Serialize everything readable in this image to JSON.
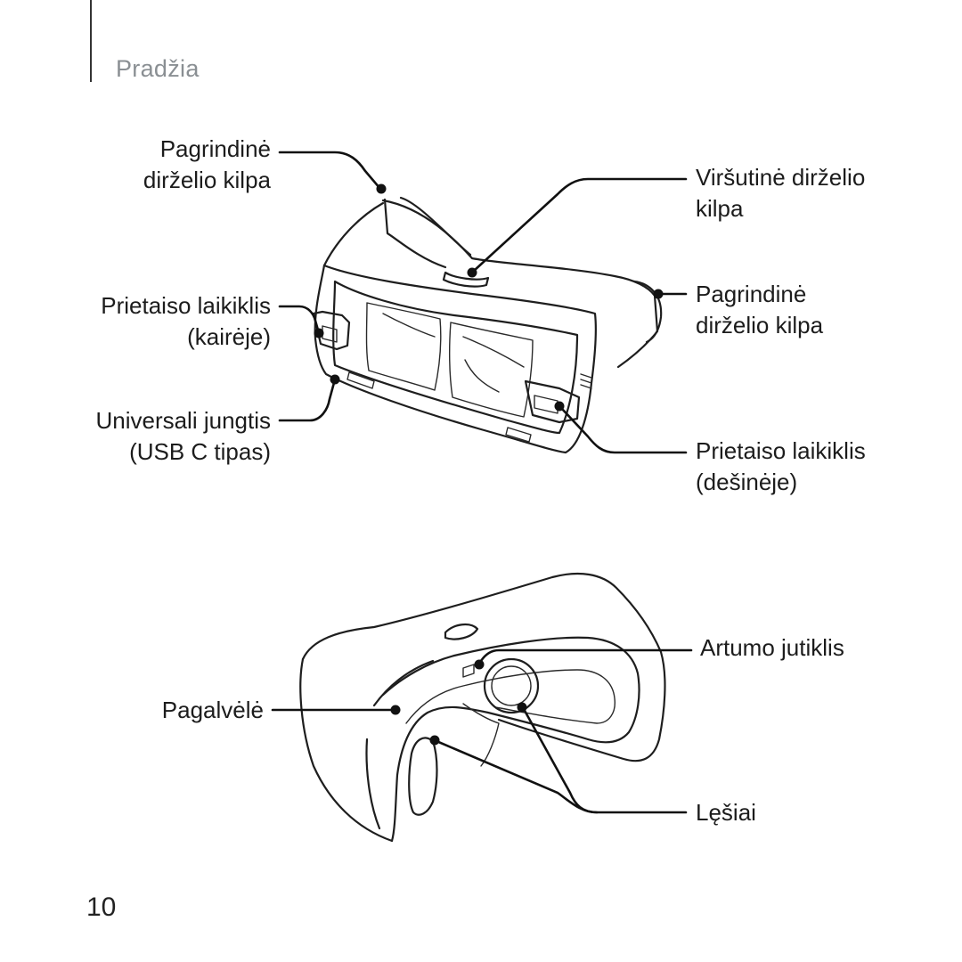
{
  "header": {
    "section_title": "Pradžia"
  },
  "figure_top": {
    "labels": {
      "main_strap_loop_left": "Pagrindinė\ndirželio kilpa",
      "device_holder_left": "Prietaiso laikiklis\n(kairėje)",
      "usb_connector": "Universali jungtis\n(USB C tipas)",
      "top_strap_loop": "Viršutinė dirželio\nkilpa",
      "main_strap_loop_right": "Pagrindinė\ndirželio kilpa",
      "device_holder_right": "Prietaiso laikiklis\n(dešinėje)"
    }
  },
  "figure_bottom": {
    "labels": {
      "proximity_sensor": "Artumo jutiklis",
      "cushion": "Pagalvėlė",
      "lenses": "Lęšiai"
    }
  },
  "footer": {
    "page_number": "10"
  }
}
